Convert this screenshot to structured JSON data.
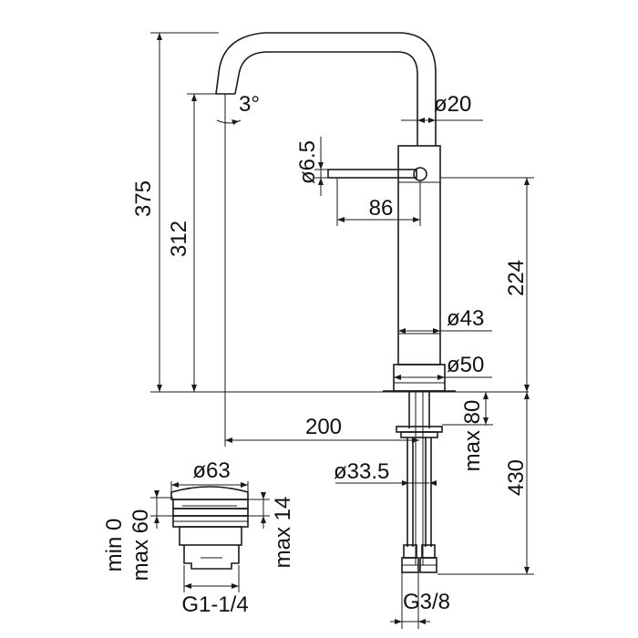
{
  "dimensions": {
    "total_height": "375",
    "spout_height": "312",
    "spout_angle": "3°",
    "spout_diameter": "ø20",
    "lever_diameter": "ø6.5",
    "lever_length": "86",
    "body_height": "224",
    "body_diameter": "ø43",
    "base_diameter": "ø50",
    "spout_reach": "200",
    "max_deck_thickness": "max 80",
    "shank_diameter": "ø33.5",
    "hose_length": "430",
    "connection_thread": "G3/8"
  },
  "waste": {
    "cap_diameter": "ø63",
    "min_label": "min 0",
    "max_label": "max 60",
    "max_basin": "max 14",
    "thread": "G1-1/4"
  }
}
